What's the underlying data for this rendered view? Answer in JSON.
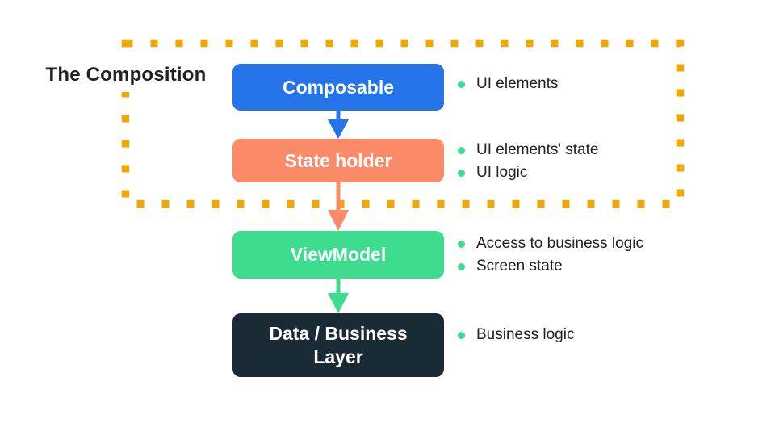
{
  "title": {
    "text": "The Composition"
  },
  "dashed_group": {
    "description": "dashed rectangle enclosing Composable and State holder",
    "border_color": "#F2A600"
  },
  "bullet_color": "#3EDC8E",
  "text_color": "#202124",
  "layers": [
    {
      "label": "Composable",
      "color": "#2573E8",
      "text_color": "#ffffff",
      "notes": [
        "UI elements"
      ]
    },
    {
      "label": "State holder",
      "color": "#FB8A68",
      "text_color": "#ffffff",
      "notes": [
        "UI elements' state",
        "UI logic"
      ]
    },
    {
      "label": "ViewModel",
      "color": "#3EDC8E",
      "text_color": "#ffffff",
      "notes": [
        "Access to business logic",
        "Screen state"
      ]
    },
    {
      "label": "Data / Business Layer",
      "color": "#1A2B36",
      "text_color": "#ffffff",
      "notes": [
        "Business logic"
      ]
    }
  ],
  "arrows": [
    {
      "from": "Composable",
      "to": "State holder",
      "color": "#2573E8"
    },
    {
      "from": "State holder",
      "to": "ViewModel",
      "color": "#FB8A68"
    },
    {
      "from": "ViewModel",
      "to": "Data / Business Layer",
      "color": "#3EDC8E"
    }
  ]
}
